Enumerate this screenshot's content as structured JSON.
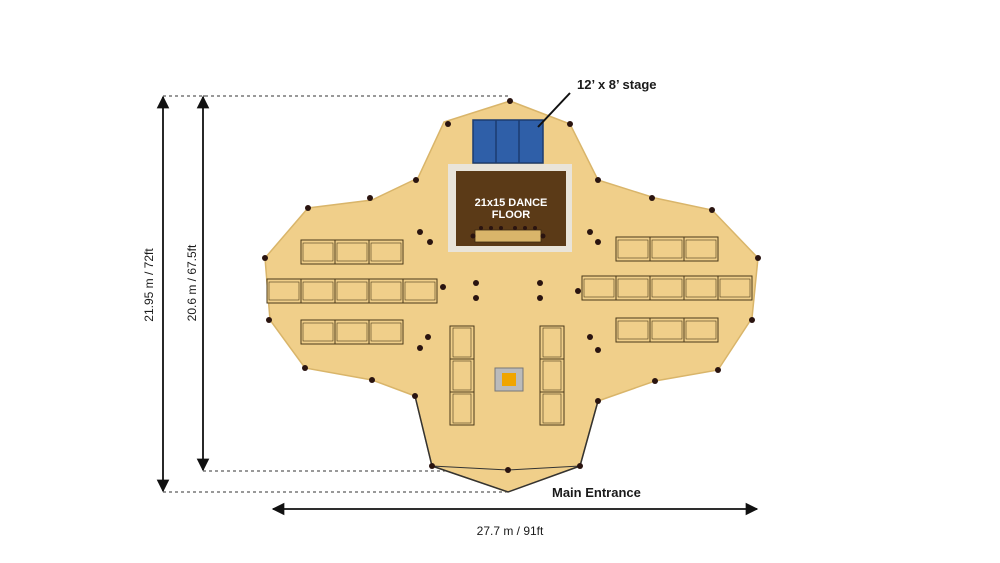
{
  "labels": {
    "stage": "12’ x 8’ stage",
    "dance_floor_line1": "21x15 DANCE",
    "dance_floor_line2": "FLOOR",
    "main_entrance": "Main Entrance",
    "width": "27.7 m / 91ft",
    "outer_height": "21.95 m / 72ft",
    "inner_height": "20.6 m / 67.5ft"
  },
  "colors": {
    "tent_floor": "#f0cf8a",
    "tent_outline": "#d9b56a",
    "entrance_glow": "#fbe58f",
    "stage": "#2f5fa8",
    "dance_floor": "#5b3a17",
    "dance_floor_border": "#e9e4da",
    "table": "#f0cf8a",
    "table_stroke": "#4a3a1a",
    "pole": "#2a1410",
    "dimension_line": "#111111"
  }
}
